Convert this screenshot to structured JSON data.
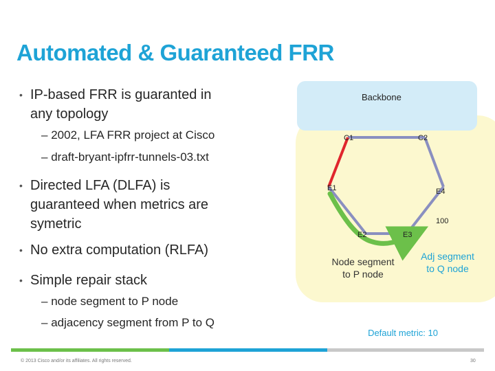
{
  "slide": {
    "title": "Automated & Guaranteed FRR",
    "bullets": [
      {
        "lines": [
          "IP-based FRR is guaranted in",
          "any topology"
        ]
      },
      {
        "sub": [
          "2002, LFA FRR project at Cisco",
          "draft-bryant-ipfrr-tunnels-03.txt"
        ]
      },
      {
        "lines": [
          "Directed LFA (DLFA) is",
          "guaranteed when metrics are",
          "symetric"
        ]
      },
      {
        "lines": [
          "No extra computation (RLFA)"
        ]
      },
      {
        "lines": [
          "Simple repair stack"
        ]
      },
      {
        "sub": [
          "node segment to P node",
          "adjacency segment from P to Q"
        ]
      }
    ],
    "bullet_char": "•",
    "sub_char": "–"
  },
  "diagram": {
    "backbone_label": "Backbone",
    "nodes": {
      "c1": "C1",
      "c2": "C2",
      "e1": "E1",
      "e4": "E4",
      "e2": "E2",
      "e3": "E3"
    },
    "link_metric": "100",
    "node_segment_caption": [
      "Node segment",
      "to P node"
    ],
    "adj_segment_caption": [
      "Adj segment",
      "to Q node"
    ],
    "default_metric": "Default metric: 10",
    "colors": {
      "backbone_fill": "#d3ecf8",
      "region_fill": "#fcf8cf",
      "link": "#8a8fc0",
      "failed_link": "#e0262d",
      "repair_path": "#6cc04a",
      "accent": "#1ea3d6"
    }
  },
  "footer": {
    "copyright": "© 2013 Cisco and/or its affiliates. All rights reserved.",
    "page": "30"
  }
}
